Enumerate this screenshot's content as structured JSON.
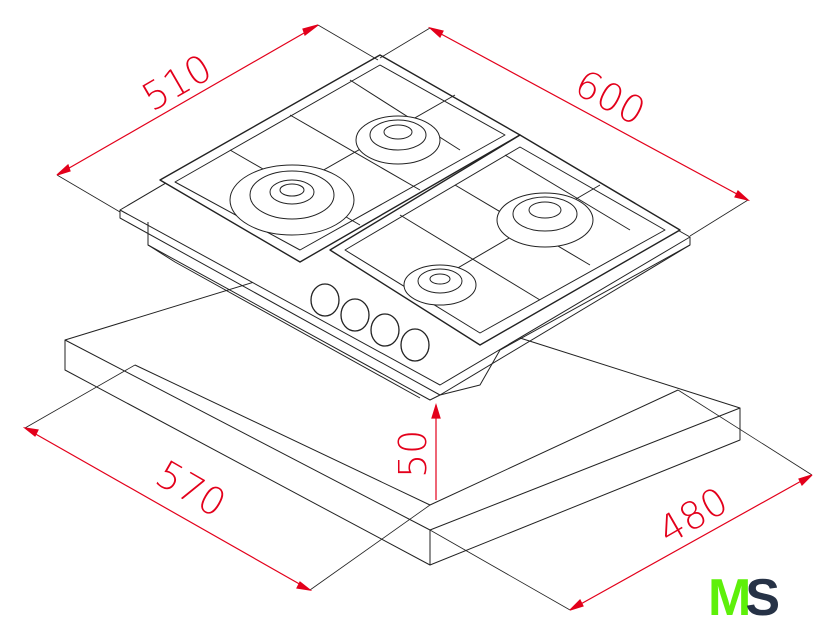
{
  "colors": {
    "dimension": "#e3001b",
    "line": "#222222",
    "logo_m": "#5ef00a",
    "logo_s": "#263246"
  },
  "dimensions": {
    "hob_depth": "510",
    "hob_width": "600",
    "cutout_width": "570",
    "cutout_depth": "480",
    "height": "50"
  },
  "logo": {
    "m": "M",
    "s": "S"
  }
}
